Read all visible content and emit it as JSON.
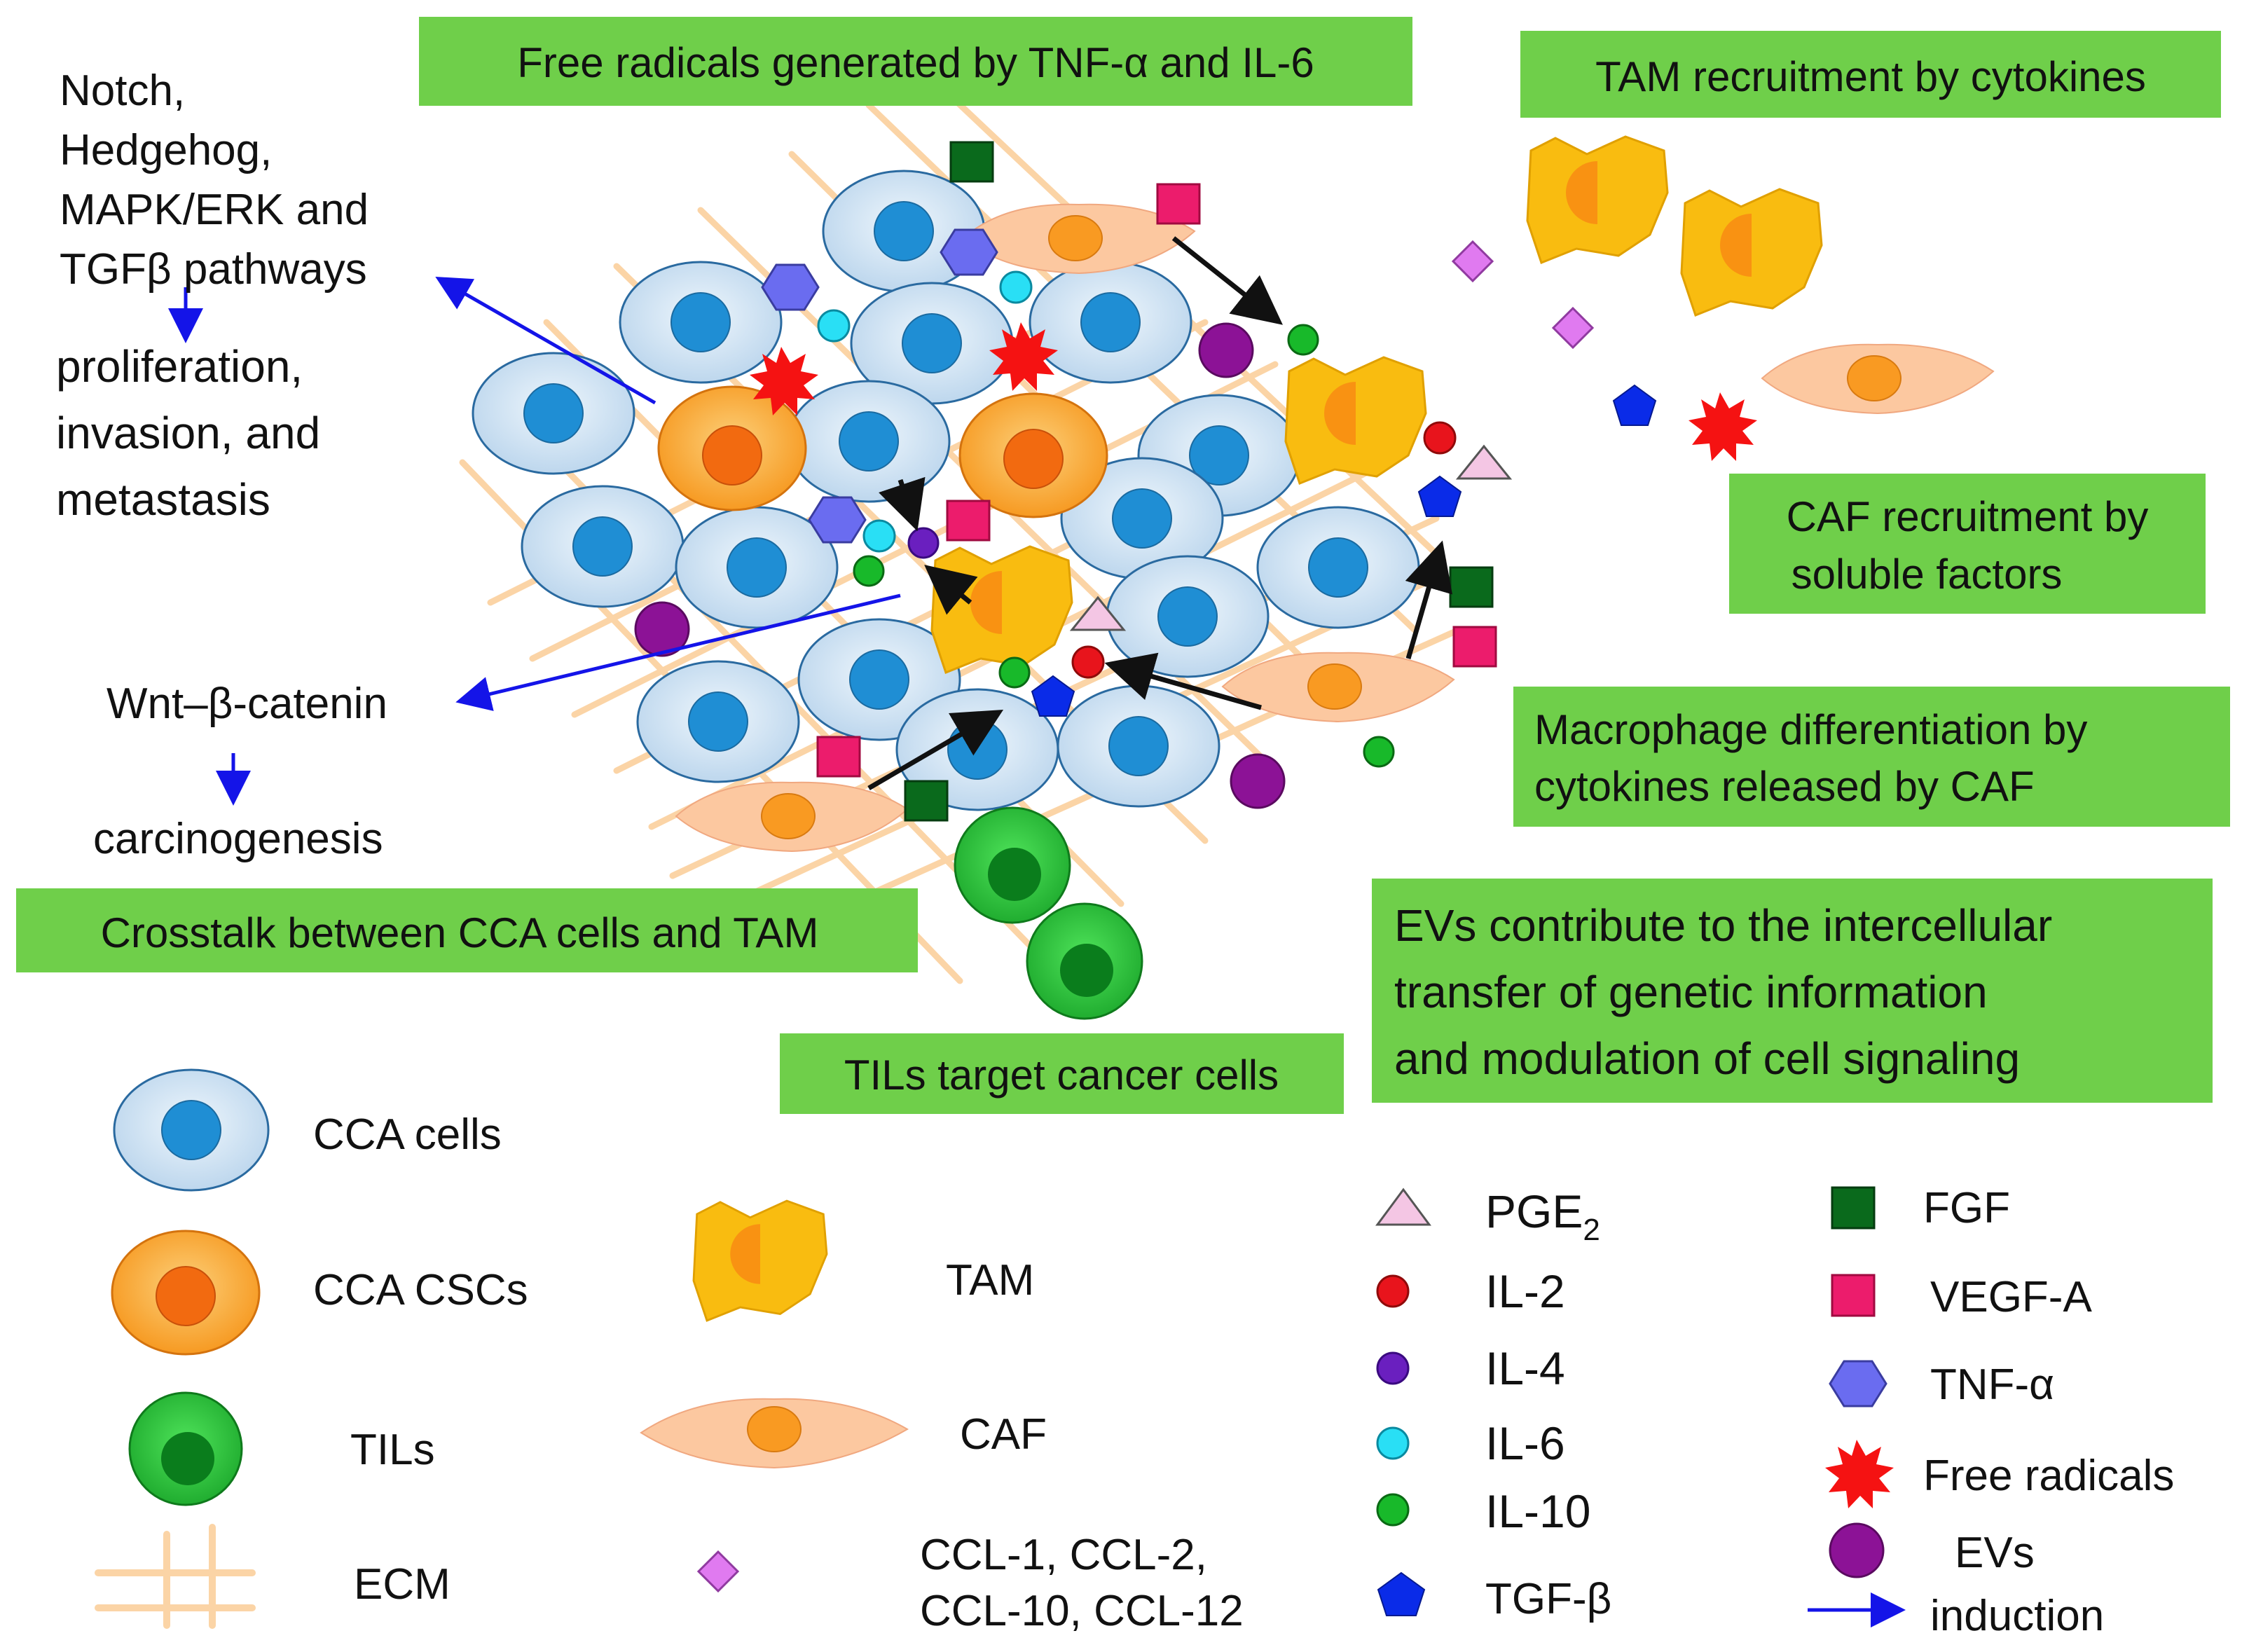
{
  "banners": {
    "free_radicals": "Free radicals generated by TNF-α and IL-6",
    "tam_recruitment": "TAM recruitment by cytokines",
    "caf_recruitment": [
      "CAF recruitment by",
      "soluble factors"
    ],
    "macrophage_diff": [
      "Macrophage differentiation by",
      "cytokines released by CAF"
    ],
    "crosstalk": "Crosstalk between CCA cells and TAM",
    "evs": [
      "EVs contribute to the intercellular",
      "transfer of genetic information",
      "and modulation of cell signaling"
    ],
    "tils": "TILs target cancer cells"
  },
  "side_text": {
    "pathways": [
      "Notch,",
      "Hedgehog,",
      "MAPK/ERK and",
      "TGFβ pathways"
    ],
    "outcomes": [
      "proliferation,",
      "invasion, and",
      "metastasis"
    ],
    "wnt": "Wnt–β-catenin",
    "carcinogenesis": "carcinogenesis"
  },
  "legend": {
    "cca_cells": "CCA cells",
    "cca_cscs": "CCA CSCs",
    "tils": "TILs",
    "ecm": "ECM",
    "tam": "TAM",
    "caf": "CAF",
    "ccl": [
      "CCL-1, CCL-2,",
      "CCL-10, CCL-12"
    ],
    "pge2": "PGE",
    "pge2_sub": "2",
    "il2": "IL-2",
    "il4": "IL-4",
    "il6": "IL-6",
    "il10": "IL-10",
    "tgfb": "TGF-β",
    "fgf": "FGF",
    "vegfa": "VEGF-A",
    "tnfa": "TNF-α",
    "free_radicals": "Free radicals",
    "evs": "EVs",
    "induction": "induction"
  },
  "colors": {
    "banner": "#6fcf4a",
    "cca_body": "#c9dff0",
    "cca_nucleus": "#1f8ed4",
    "csc_body": "#f7a21b",
    "csc_nucleus": "#f26a10",
    "til_body": "#27b534",
    "til_nucleus": "#0a7d1c",
    "tam_body": "#f9bc10",
    "tam_nucleus": "#f99212",
    "caf_body": "#fcc8a0",
    "caf_nucleus": "#f99a22",
    "ecm": "#fbd4a6",
    "pge2": "#f4c6e4",
    "il2": "#e8141c",
    "il4": "#6a1fbf",
    "il6": "#29dff5",
    "il10": "#18b92a",
    "tgfb": "#0a2be8",
    "fgf": "#0a6a1c",
    "vegfa": "#ec1c6c",
    "tnfa": "#6a6cf0",
    "free_radical": "#f51212",
    "evs": "#8c1296",
    "ccl": "#e07af0",
    "induction_arrow": "#1414e8"
  }
}
